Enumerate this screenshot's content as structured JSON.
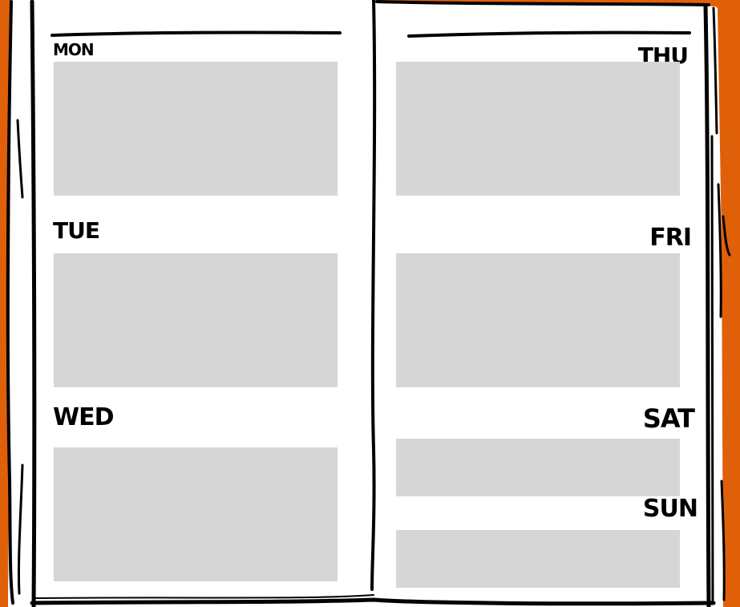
{
  "planner": {
    "days": {
      "mon": "MON",
      "tue": "TUE",
      "wed": "WED",
      "thu": "THU",
      "fri": "FRI",
      "sat": "SAT",
      "sun": "SUN"
    }
  },
  "colors": {
    "cover": "#e0600a",
    "ink": "#000000",
    "page": "#ffffff",
    "writing_box": "#d6d6d6"
  }
}
